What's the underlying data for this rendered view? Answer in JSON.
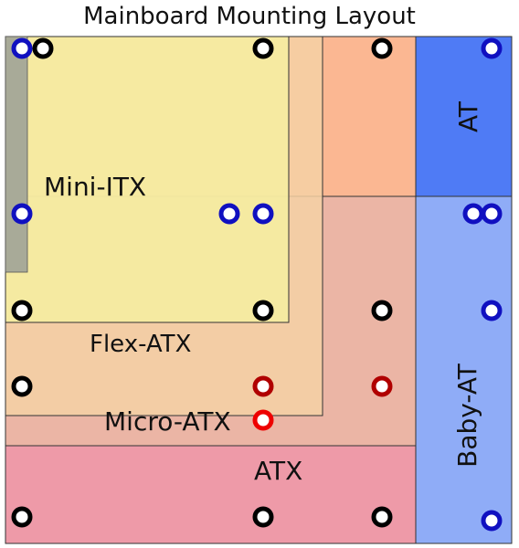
{
  "title": "Mainboard Mounting Layout",
  "boards": {
    "at": {
      "label": "AT",
      "color": "#4f7bf5"
    },
    "baby_at": {
      "label": "Baby-AT",
      "color": "#8facf7"
    },
    "atx": {
      "label": "ATX",
      "color": "#ee9aa8"
    },
    "micro_atx": {
      "label": "Micro-ATX",
      "color": "#ebb5a5"
    },
    "flex_atx": {
      "label": "Flex-ATX",
      "color": "#f4d1a5"
    },
    "mini_itx": {
      "label": "Mini-ITX",
      "color": "#f6f3a0"
    },
    "io_shield_color": "#a8aa98",
    "orange_region_color": "#fbb792"
  },
  "hole_colors": {
    "black": "#000000",
    "blue": "#1010c0",
    "dark_red": "#b00000",
    "red": "#ee0000"
  }
}
